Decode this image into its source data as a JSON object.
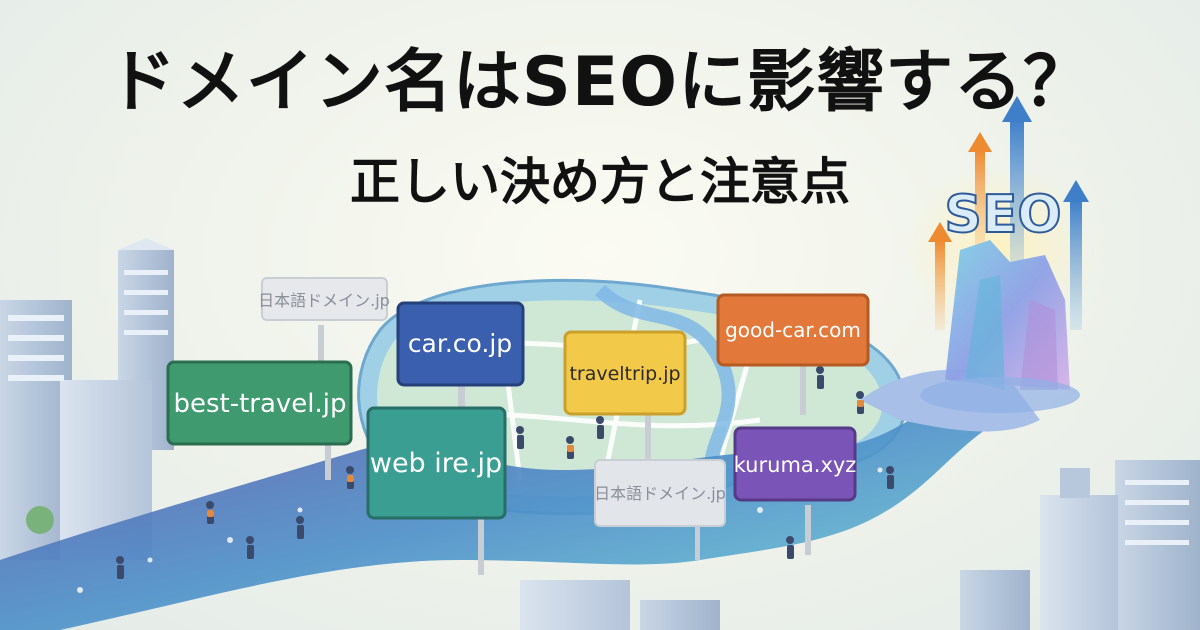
{
  "header": {
    "title": "ドメイン名はSEOに影響する？",
    "subtitle": "正しい決め方と注意点"
  },
  "badge": {
    "label": "SEO"
  },
  "signs": [
    {
      "label": "日本語ドメイン.jp",
      "color": "#e6e8ec",
      "text_color": "#8a8f99"
    },
    {
      "label": "car.co.jp",
      "color": "#3a5fae",
      "text_color": "#ffffff"
    },
    {
      "label": "best-travel.jp",
      "color": "#3f9a6f",
      "text_color": "#ffffff"
    },
    {
      "label": "traveltrip.jp",
      "color": "#f3c94a",
      "text_color": "#2a2a2a"
    },
    {
      "label": "good-car.com",
      "color": "#e2793a",
      "text_color": "#ffffff"
    },
    {
      "label": "web ire.jp",
      "color": "#3a9e92",
      "text_color": "#ffffff"
    },
    {
      "label": "kuruma.xyz",
      "color": "#7b54b8",
      "text_color": "#ffffff"
    },
    {
      "label": "日本語ドメイン.jp",
      "color": "#e2e5ea",
      "text_color": "#8a8f99"
    }
  ]
}
